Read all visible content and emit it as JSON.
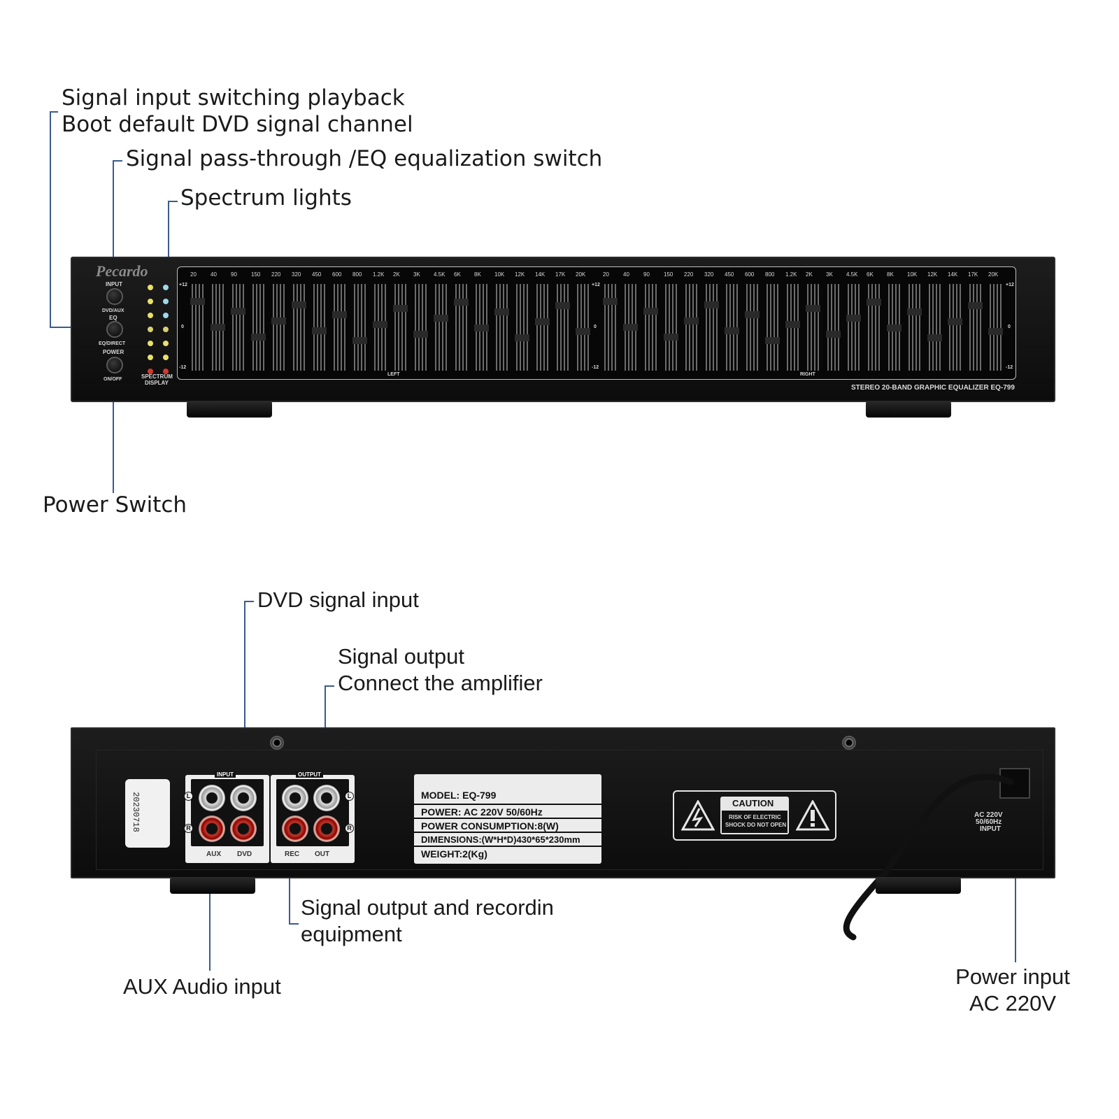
{
  "front_callouts": {
    "input_switch_line1": "Signal input switching playback",
    "input_switch_line2": "Boot default DVD signal channel",
    "eq_switch": "Signal pass-through /EQ equalization switch",
    "spectrum": "Spectrum lights",
    "power_switch": "Power Switch"
  },
  "rear_callouts": {
    "dvd_input": "DVD signal input",
    "signal_output_line1": "Signal output",
    "signal_output_line2": "Connect the amplifier",
    "rec_output_line1": "Signal output and recordin",
    "rec_output_line2": "equipment",
    "aux_input": "AUX Audio input",
    "power_input_line1": "Power input",
    "power_input_line2": "AC 220V"
  },
  "front_panel": {
    "brand": "Pecardo",
    "input_label": "INPUT",
    "dvd_aux_label": "DVD/AUX",
    "eq_label": "EQ",
    "eq_direct_label": "EQ/DIRECT",
    "power_label": "POWER",
    "on_off_label": "ON/OFF",
    "spectrum_display_line1": "SPECTRUM",
    "spectrum_display_line2": "DISPLAY",
    "bands": [
      "20",
      "40",
      "90",
      "150",
      "220",
      "320",
      "450",
      "600",
      "800",
      "1.2K",
      "2K",
      "3K",
      "4.5K",
      "6K",
      "8K",
      "10K",
      "12K",
      "14K",
      "17K",
      "20K"
    ],
    "left_label": "LEFT",
    "right_label": "RIGHT",
    "scale_top": "+12",
    "scale_mid": "0",
    "scale_bottom": "-12",
    "model_title": "STEREO 20-BAND GRAPHIC EQUALIZER EQ-799"
  },
  "rear_panel": {
    "sticker_line1": "20230718",
    "input_group": "INPUT",
    "output_group": "OUTPUT",
    "aux_label": "AUX",
    "dvd_label": "DVD",
    "rec_label": "REC",
    "out_label": "OUT",
    "l_label": "L",
    "r_label": "R",
    "spec_rows": [
      "MODEL: EQ-799",
      "POWER: AC 220V 50/60Hz",
      "POWER CONSUMPTION:8(W)",
      "DIMENSIONS:(W*H*D)430*65*230mm",
      "WEIGHT:2(Kg)"
    ],
    "caution_title": "CAUTION",
    "caution_line1": "RISK OF ELECTRIC",
    "caution_line2": "SHOCK DO NOT OPEN",
    "ac_line1": "AC 220V",
    "ac_line2": "50/60Hz",
    "ac_line3": "INPUT"
  }
}
